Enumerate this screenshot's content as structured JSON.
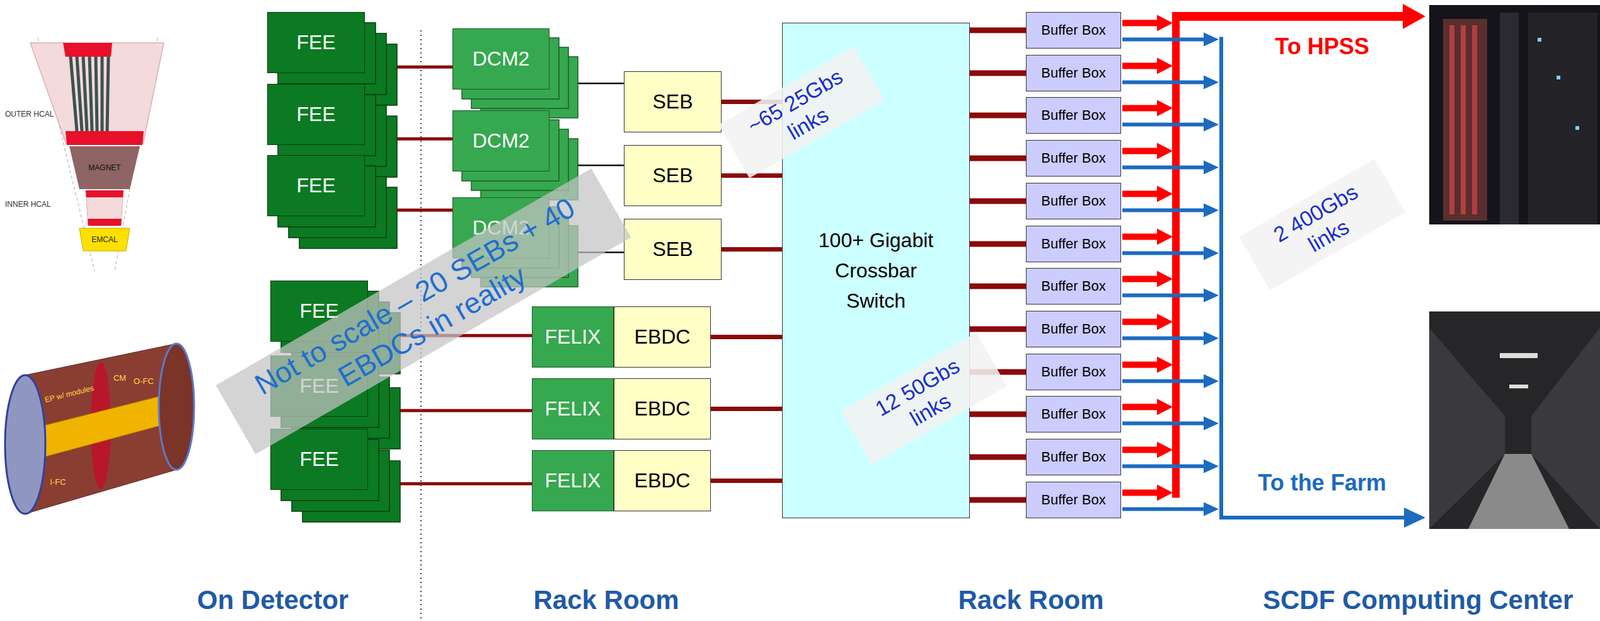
{
  "diagram": {
    "nodes": [
      {
        "text": [
          "FEE"
        ]
      },
      {
        "text": [
          "FEE"
        ]
      },
      {
        "text": [
          "FEE"
        ]
      },
      {
        "text": [
          "DCM2"
        ]
      },
      {
        "text": [
          "DCM2"
        ]
      },
      {
        "text": [
          "DCM2"
        ]
      },
      {
        "text": [
          "SEB"
        ]
      },
      {
        "text": [
          "SEB"
        ]
      },
      {
        "text": [
          "SEB"
        ]
      },
      {
        "text": [
          "FEE"
        ]
      },
      {
        "text": [
          "FEE"
        ]
      },
      {
        "text": [
          "FEE"
        ]
      },
      {
        "text": [
          "FELIX"
        ]
      },
      {
        "text": [
          "EBDC"
        ]
      },
      {
        "text": [
          "FELIX"
        ]
      },
      {
        "text": [
          "EBDC"
        ]
      },
      {
        "text": [
          "FELIX"
        ]
      },
      {
        "text": [
          "EBDC"
        ]
      },
      {
        "text": [
          "100+ Gigabit Crossbar Switch"
        ]
      },
      {
        "text": [
          "Buffer Box"
        ]
      },
      {
        "text": [
          "Buffer Box"
        ]
      },
      {
        "text": [
          "Buffer Box"
        ]
      },
      {
        "text": [
          "Buffer Box"
        ]
      },
      {
        "text": [
          "Buffer Box"
        ]
      },
      {
        "text": [
          "Buffer Box"
        ]
      },
      {
        "text": [
          "Buffer Box"
        ]
      },
      {
        "text": [
          "Buffer Box"
        ]
      },
      {
        "text": [
          "Buffer Box"
        ]
      },
      {
        "text": [
          "Buffer Box"
        ]
      },
      {
        "text": [
          "Buffer Box"
        ]
      },
      {
        "text": [
          "Buffer Box"
        ]
      }
    ],
    "edges": [
      {
        "from": 0,
        "to": 3,
        "arrow": "none"
      },
      {
        "from": 1,
        "to": 4,
        "arrow": "none"
      },
      {
        "from": 2,
        "to": 5,
        "arrow": "none"
      },
      {
        "from": 3,
        "to": 6,
        "arrow": "none"
      },
      {
        "from": 4,
        "to": 7,
        "arrow": "none"
      },
      {
        "from": 5,
        "to": 8,
        "arrow": "none"
      },
      {
        "from": 6,
        "to": 18,
        "arrow": "none"
      },
      {
        "from": 7,
        "to": 18,
        "arrow": "none"
      },
      {
        "from": 8,
        "to": 18,
        "arrow": "none"
      },
      {
        "from": 9,
        "to": 12,
        "arrow": "none"
      },
      {
        "from": 10,
        "to": 14,
        "arrow": "none"
      },
      {
        "from": 11,
        "to": 16,
        "arrow": "none"
      },
      {
        "from": 13,
        "to": 18,
        "arrow": "none"
      },
      {
        "from": 15,
        "to": 18,
        "arrow": "none"
      },
      {
        "from": 17,
        "to": 18,
        "arrow": "none"
      },
      {
        "from": 18,
        "to": 19,
        "arrow": "none"
      },
      {
        "from": 18,
        "to": 20,
        "arrow": "none"
      },
      {
        "from": 18,
        "to": 21,
        "arrow": "none"
      },
      {
        "from": 18,
        "to": 22,
        "arrow": "none"
      },
      {
        "from": 18,
        "to": 23,
        "arrow": "none"
      },
      {
        "from": 18,
        "to": 24,
        "arrow": "none"
      },
      {
        "from": 18,
        "to": 25,
        "arrow": "none"
      },
      {
        "from": 18,
        "to": 26,
        "arrow": "none"
      },
      {
        "from": 18,
        "to": 27,
        "arrow": "none"
      },
      {
        "from": 18,
        "to": 28,
        "arrow": "none"
      },
      {
        "from": 18,
        "to": 29,
        "arrow": "none"
      },
      {
        "from": 18,
        "to": 30,
        "arrow": "none"
      }
    ],
    "labels": [
      "OUTER HCAL",
      "MAGNET",
      "INNER HCAL",
      "EMCAL",
      "EP w/ modules",
      "CM",
      "O-FC",
      "I-FC",
      "~65 25Gbs links",
      "12 50Gbs links",
      "To HPSS",
      "2 400Gbs links",
      "To the Farm",
      "Not to scale – 20 SEBs + 40 EBDCs in reality",
      "On Detector",
      "Rack Room",
      "Rack Room",
      "SCDF Computing Center"
    ]
  }
}
